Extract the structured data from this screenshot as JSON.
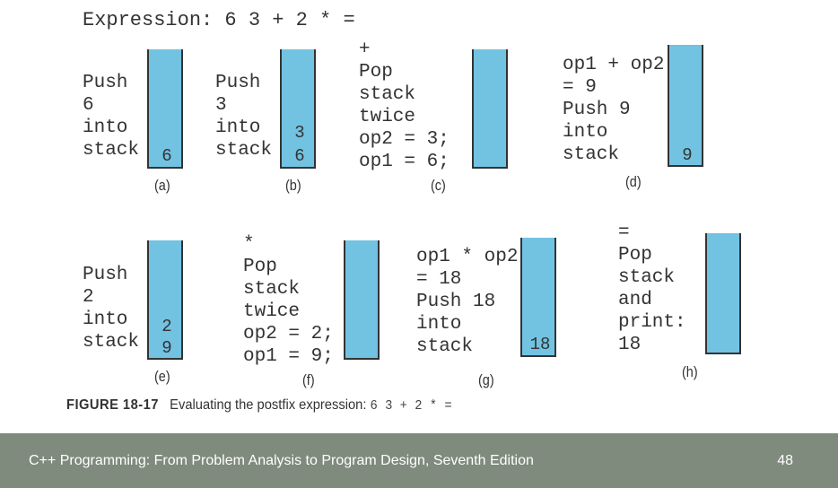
{
  "expression_line": "Expression: 6 3 + 2 * =",
  "panels": {
    "a": {
      "label": "(a)",
      "text": "Push\n6\ninto\nstack",
      "stack": [
        "6"
      ]
    },
    "b": {
      "label": "(b)",
      "text": "Push\n3\ninto\nstack",
      "stack": [
        "3",
        "6"
      ]
    },
    "c": {
      "label": "(c)",
      "text": "+\nPop\nstack\ntwice\nop2 = 3;\nop1 = 6;",
      "stack": []
    },
    "d": {
      "label": "(d)",
      "text": "op1 + op2\n= 9\nPush 9\ninto\nstack",
      "stack": [
        "9"
      ]
    },
    "e": {
      "label": "(e)",
      "text": "Push\n2\ninto\nstack",
      "stack": [
        "2",
        "9"
      ]
    },
    "f": {
      "label": "(f)",
      "text": "*\nPop\nstack\ntwice\nop2 = 2;\nop1 = 9;",
      "stack": []
    },
    "g": {
      "label": "(g)",
      "text": "op1 * op2\n= 18\nPush 18\ninto\nstack",
      "stack": [
        "18"
      ]
    },
    "h": {
      "label": "(h)",
      "text": "=\nPop\nstack\nand\nprint:\n18",
      "stack": []
    }
  },
  "caption": {
    "figure": "FIGURE 18-17",
    "text": "Evaluating the postfix expression:",
    "expression": "6 3 + 2 * ="
  },
  "footer": {
    "title": "C++ Programming: From Problem Analysis to Program Design, Seventh Edition",
    "page_number": "48"
  },
  "colors": {
    "stack_fill": "#72c2e2",
    "footer_bg": "#7f8b7d"
  }
}
